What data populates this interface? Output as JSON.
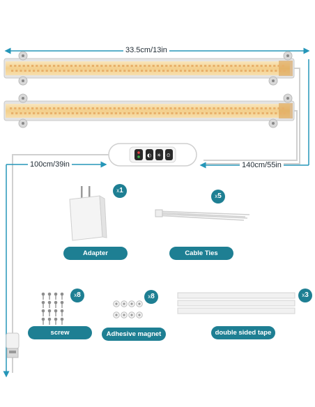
{
  "dimensions": {
    "bar_length": "33.5cm/13in",
    "controller_cable": "100cm/39in",
    "connect_cable": "140cm/55in"
  },
  "accessories": [
    {
      "label": "Adapter",
      "qty_prefix": "x",
      "qty": "1",
      "icon": "power-adapter-icon"
    },
    {
      "label": "Cable Ties",
      "qty_prefix": "x",
      "qty": "5",
      "icon": "cable-ties-icon"
    },
    {
      "label": "screw",
      "qty_prefix": "x",
      "qty": "8",
      "icon": "screws-icon"
    },
    {
      "label": "Adhesive magnet",
      "qty_prefix": "x",
      "qty": "8",
      "icon": "magnets-icon"
    },
    {
      "label": "double sided tape",
      "qty_prefix": "x",
      "qty": "3",
      "icon": "tape-strips-icon"
    }
  ],
  "colors": {
    "dimension_line": "#2596b8",
    "badge": "#1e7f93",
    "led_warm": "#f3d08e",
    "led_housing": "#e6e6e6"
  }
}
